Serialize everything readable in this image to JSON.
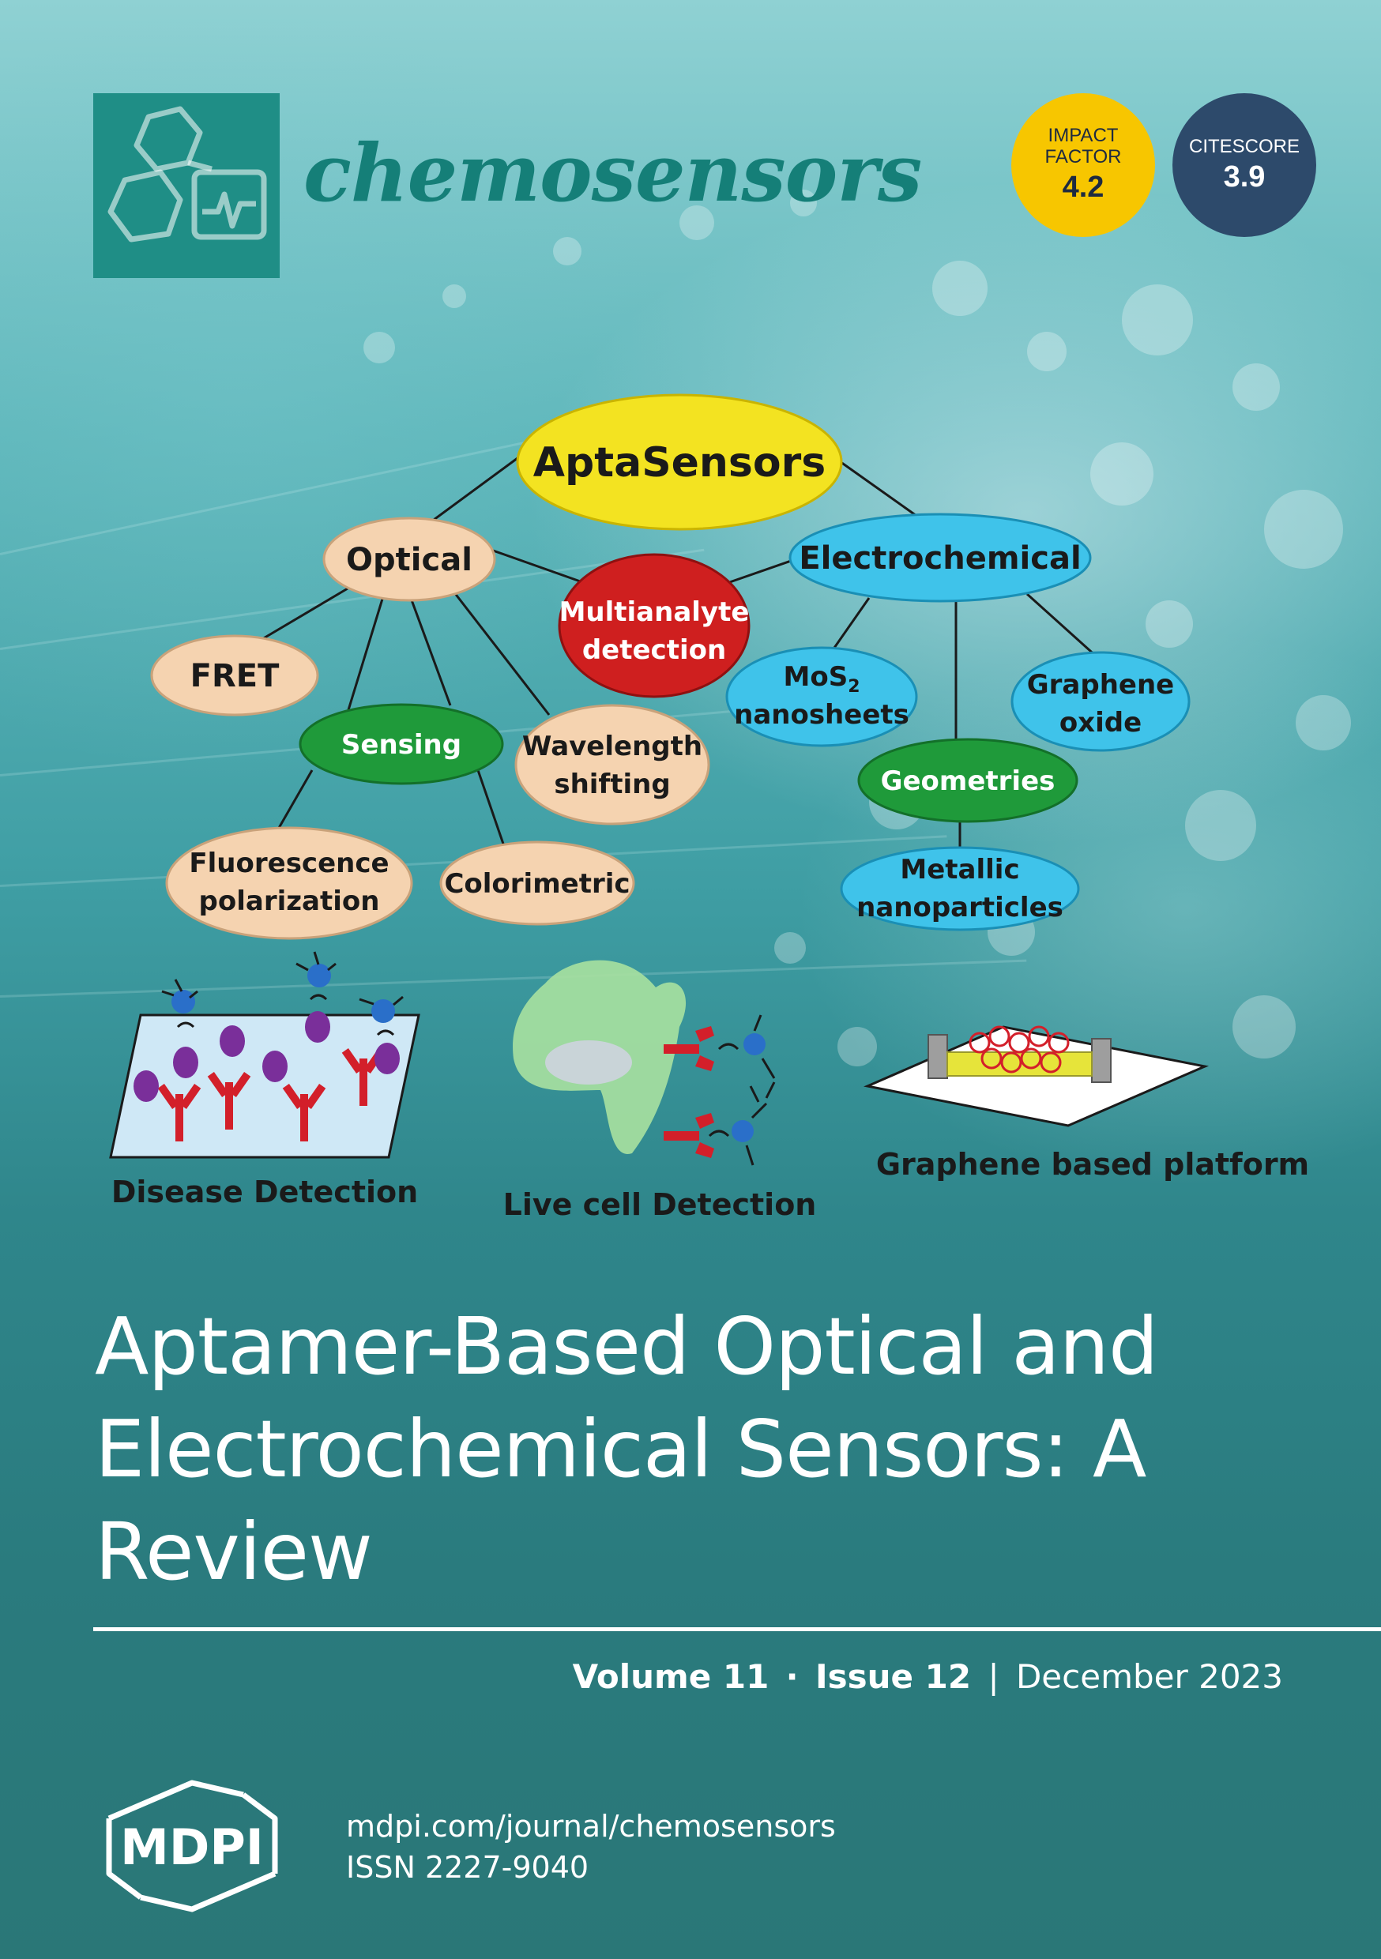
{
  "journal": {
    "name": "chemosensors",
    "colors": {
      "brand": "#1f8e86",
      "title": "#157f78"
    }
  },
  "metrics": {
    "impact_factor": {
      "label_line1": "IMPACT",
      "label_line2": "FACTOR",
      "value": "4.2",
      "color": "#f7c600"
    },
    "citescore": {
      "label": "CITESCORE",
      "value": "3.9",
      "color": "#2d4a6b"
    }
  },
  "diagram": {
    "root": "AptaSensors",
    "optical": "Optical",
    "electrochemical": "Electrochemical",
    "multianalyte_l1": "Multianalyte",
    "multianalyte_l2": "detection",
    "fret": "FRET",
    "sensing": "Sensing",
    "wavelength_l1": "Wavelength",
    "wavelength_l2": "shifting",
    "fluorescence_l1": "Fluorescence",
    "fluorescence_l2": "polarization",
    "colorimetric": "Colorimetric",
    "mos2_l1": "MoS",
    "mos2_sub": "2",
    "mos2_l2": "nanosheets",
    "graphene_oxide_l1": "Graphene",
    "graphene_oxide_l2": "oxide",
    "geometries": "Geometries",
    "metallic_l1": "Metallic",
    "metallic_l2": "nanoparticles",
    "applications": {
      "disease": "Disease Detection",
      "live_cell": "Live cell Detection",
      "graphene_platform": "Graphene based platform"
    }
  },
  "article": {
    "title": "Aptamer-Based Optical and Electrochemical Sensors: A Review"
  },
  "issue": {
    "volume": "Volume 11",
    "dot": "·",
    "issue": "Issue 12",
    "divider": "|",
    "date": "December 2023"
  },
  "publisher": {
    "name": "MDPI",
    "url": "mdpi.com/journal/chemosensors",
    "issn": "ISSN 2227-9040"
  }
}
